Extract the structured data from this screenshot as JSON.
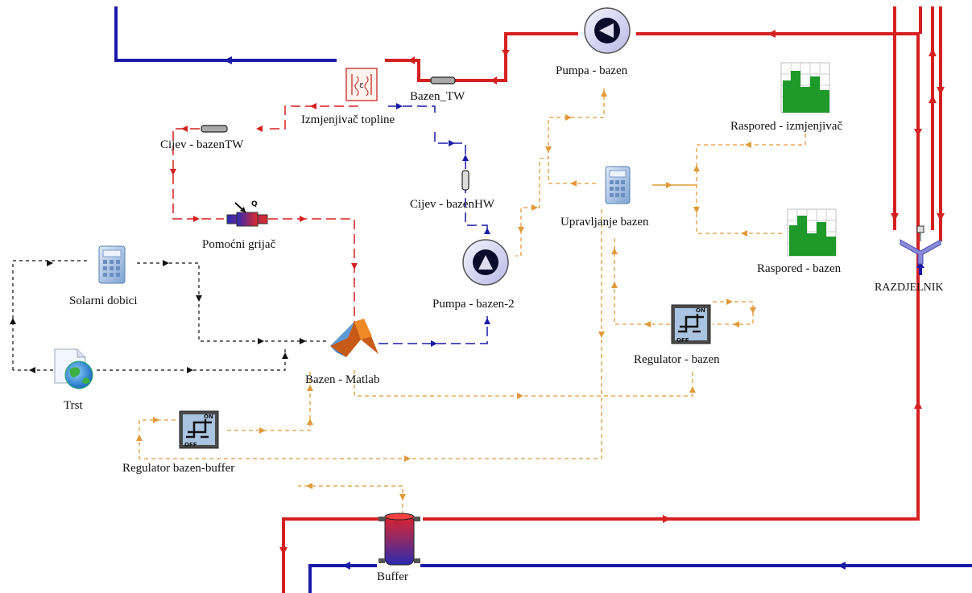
{
  "colors": {
    "hot": "#d62020",
    "cold": "#1a1aa8",
    "control": "#e09a3a",
    "weather": "#111111"
  },
  "components": {
    "pumpa_bazen": "Pumpa - bazen",
    "bazen_tw": "Bazen_TW",
    "izmjenjivac": "Izmjenjivač topline",
    "cijev_tw": "Cijev - bazenTW",
    "raspored_izmj": "Raspored - izmjenjivač",
    "upravljanje": "Upravljanje bazen",
    "cijev_hw": "Cijev - bazenHW",
    "pomocni": "Pomoćni grijač",
    "raspored_bazen": "Raspored - bazen",
    "razdjelnik": "RAZDJELNIK",
    "solarni": "Solarni dobici",
    "pumpa_bazen2": "Pumpa - bazen-2",
    "regulator_bazen": "Regulator - bazen",
    "trst": "Trst",
    "bazen_matlab": "Bazen - Matlab",
    "regulator_buffer": "Regulator bazen-buffer",
    "buffer": "Buffer"
  },
  "icons": {
    "pump": "pump-icon",
    "heat_exchanger": "heat-exchanger-icon",
    "pipe": "pipe-icon",
    "calculator": "calculator-icon",
    "schedule": "bar-chart-icon",
    "heater": "auxiliary-heater-icon",
    "diverter": "diverter-icon",
    "weather": "weather-file-icon",
    "matlab": "matlab-icon",
    "controller": "on-off-controller-icon",
    "tank": "storage-tank-icon"
  },
  "glyphs": {
    "heater_q": "Q",
    "hx_epsilon": "ε",
    "ctrl_on": "ON",
    "ctrl_off": "OFF"
  }
}
